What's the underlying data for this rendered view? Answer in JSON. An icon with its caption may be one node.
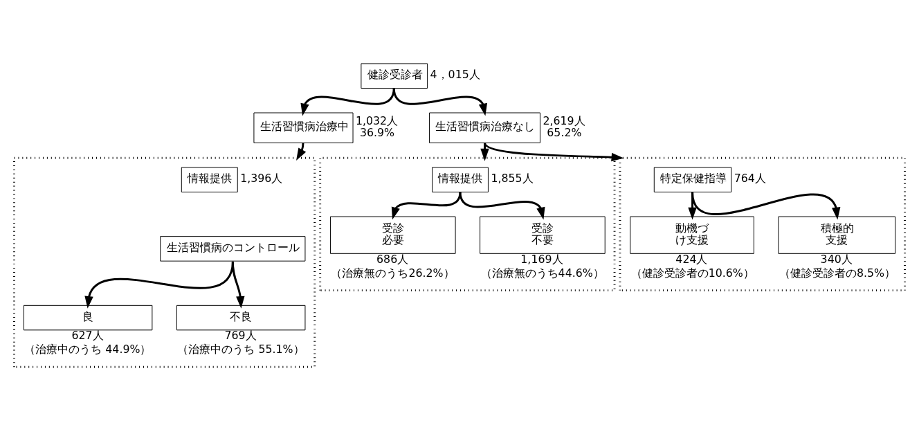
{
  "diagram": {
    "nodes": [
      {
        "text": [
          "健診受診者"
        ],
        "beside": [
          "4，015人"
        ]
      },
      {
        "text": [
          "生活習慣病治療中"
        ],
        "beside": [
          "1,032人",
          "36.9%"
        ]
      },
      {
        "text": [
          "生活習慣病治療なし"
        ],
        "beside": [
          "2,619人",
          "65.2%"
        ]
      },
      {
        "text": [],
        "shape": "box"
      },
      {
        "text": [],
        "shape": "box"
      },
      {
        "text": [],
        "shape": "box"
      },
      {
        "text": [
          "情報提供"
        ],
        "in": 3,
        "beside": [
          "1,396人"
        ]
      },
      {
        "text": [
          "生活習慣病のコントロール"
        ],
        "in": 3
      },
      {
        "text": [
          "良"
        ],
        "in": 3,
        "beside": [
          "627人",
          "（治療中のうち 44.9%）"
        ]
      },
      {
        "text": [
          "不良"
        ],
        "in": 3,
        "beside": [
          "769人",
          "（治療中のうち 55.1%）"
        ]
      },
      {
        "text": [
          "情報提供"
        ],
        "in": 4,
        "beside": [
          "1,855人"
        ]
      },
      {
        "text": [
          "受診必要"
        ],
        "in": 4,
        "beside": [
          "686人",
          "（治療無のうち26.2%）"
        ]
      },
      {
        "text": [
          "受診不要"
        ],
        "in": 4,
        "beside": [
          "1,169人",
          "（治療無のうち44.6%）"
        ]
      },
      {
        "text": [
          "特定保健指導"
        ],
        "in": 5,
        "beside": [
          "764人"
        ]
      },
      {
        "text": [
          "動機づけ支援"
        ],
        "in": 5,
        "beside": [
          "424人",
          "（健診受診者の10.6%）"
        ]
      },
      {
        "text": [
          "積極的支援"
        ],
        "in": 5,
        "beside": [
          "340人",
          "（健診受診者の8.5%）"
        ]
      }
    ],
    "edges": [
      {
        "from": 0,
        "to": 1,
        "arrow": "to"
      },
      {
        "from": 0,
        "to": 2,
        "arrow": "to"
      },
      {
        "from": 1,
        "to": 3,
        "arrow": "to"
      },
      {
        "from": 2,
        "to": 4,
        "arrow": "to"
      },
      {
        "from": 2,
        "to": 5,
        "arrow": "to"
      },
      {
        "from": 7,
        "to": 8,
        "arrow": "to"
      },
      {
        "from": 7,
        "to": 9,
        "arrow": "to"
      },
      {
        "from": 10,
        "to": 11,
        "arrow": "to"
      },
      {
        "from": 10,
        "to": 12,
        "arrow": "to"
      },
      {
        "from": 13,
        "to": 14,
        "arrow": "to"
      },
      {
        "from": 13,
        "to": 15,
        "arrow": "to"
      }
    ]
  }
}
